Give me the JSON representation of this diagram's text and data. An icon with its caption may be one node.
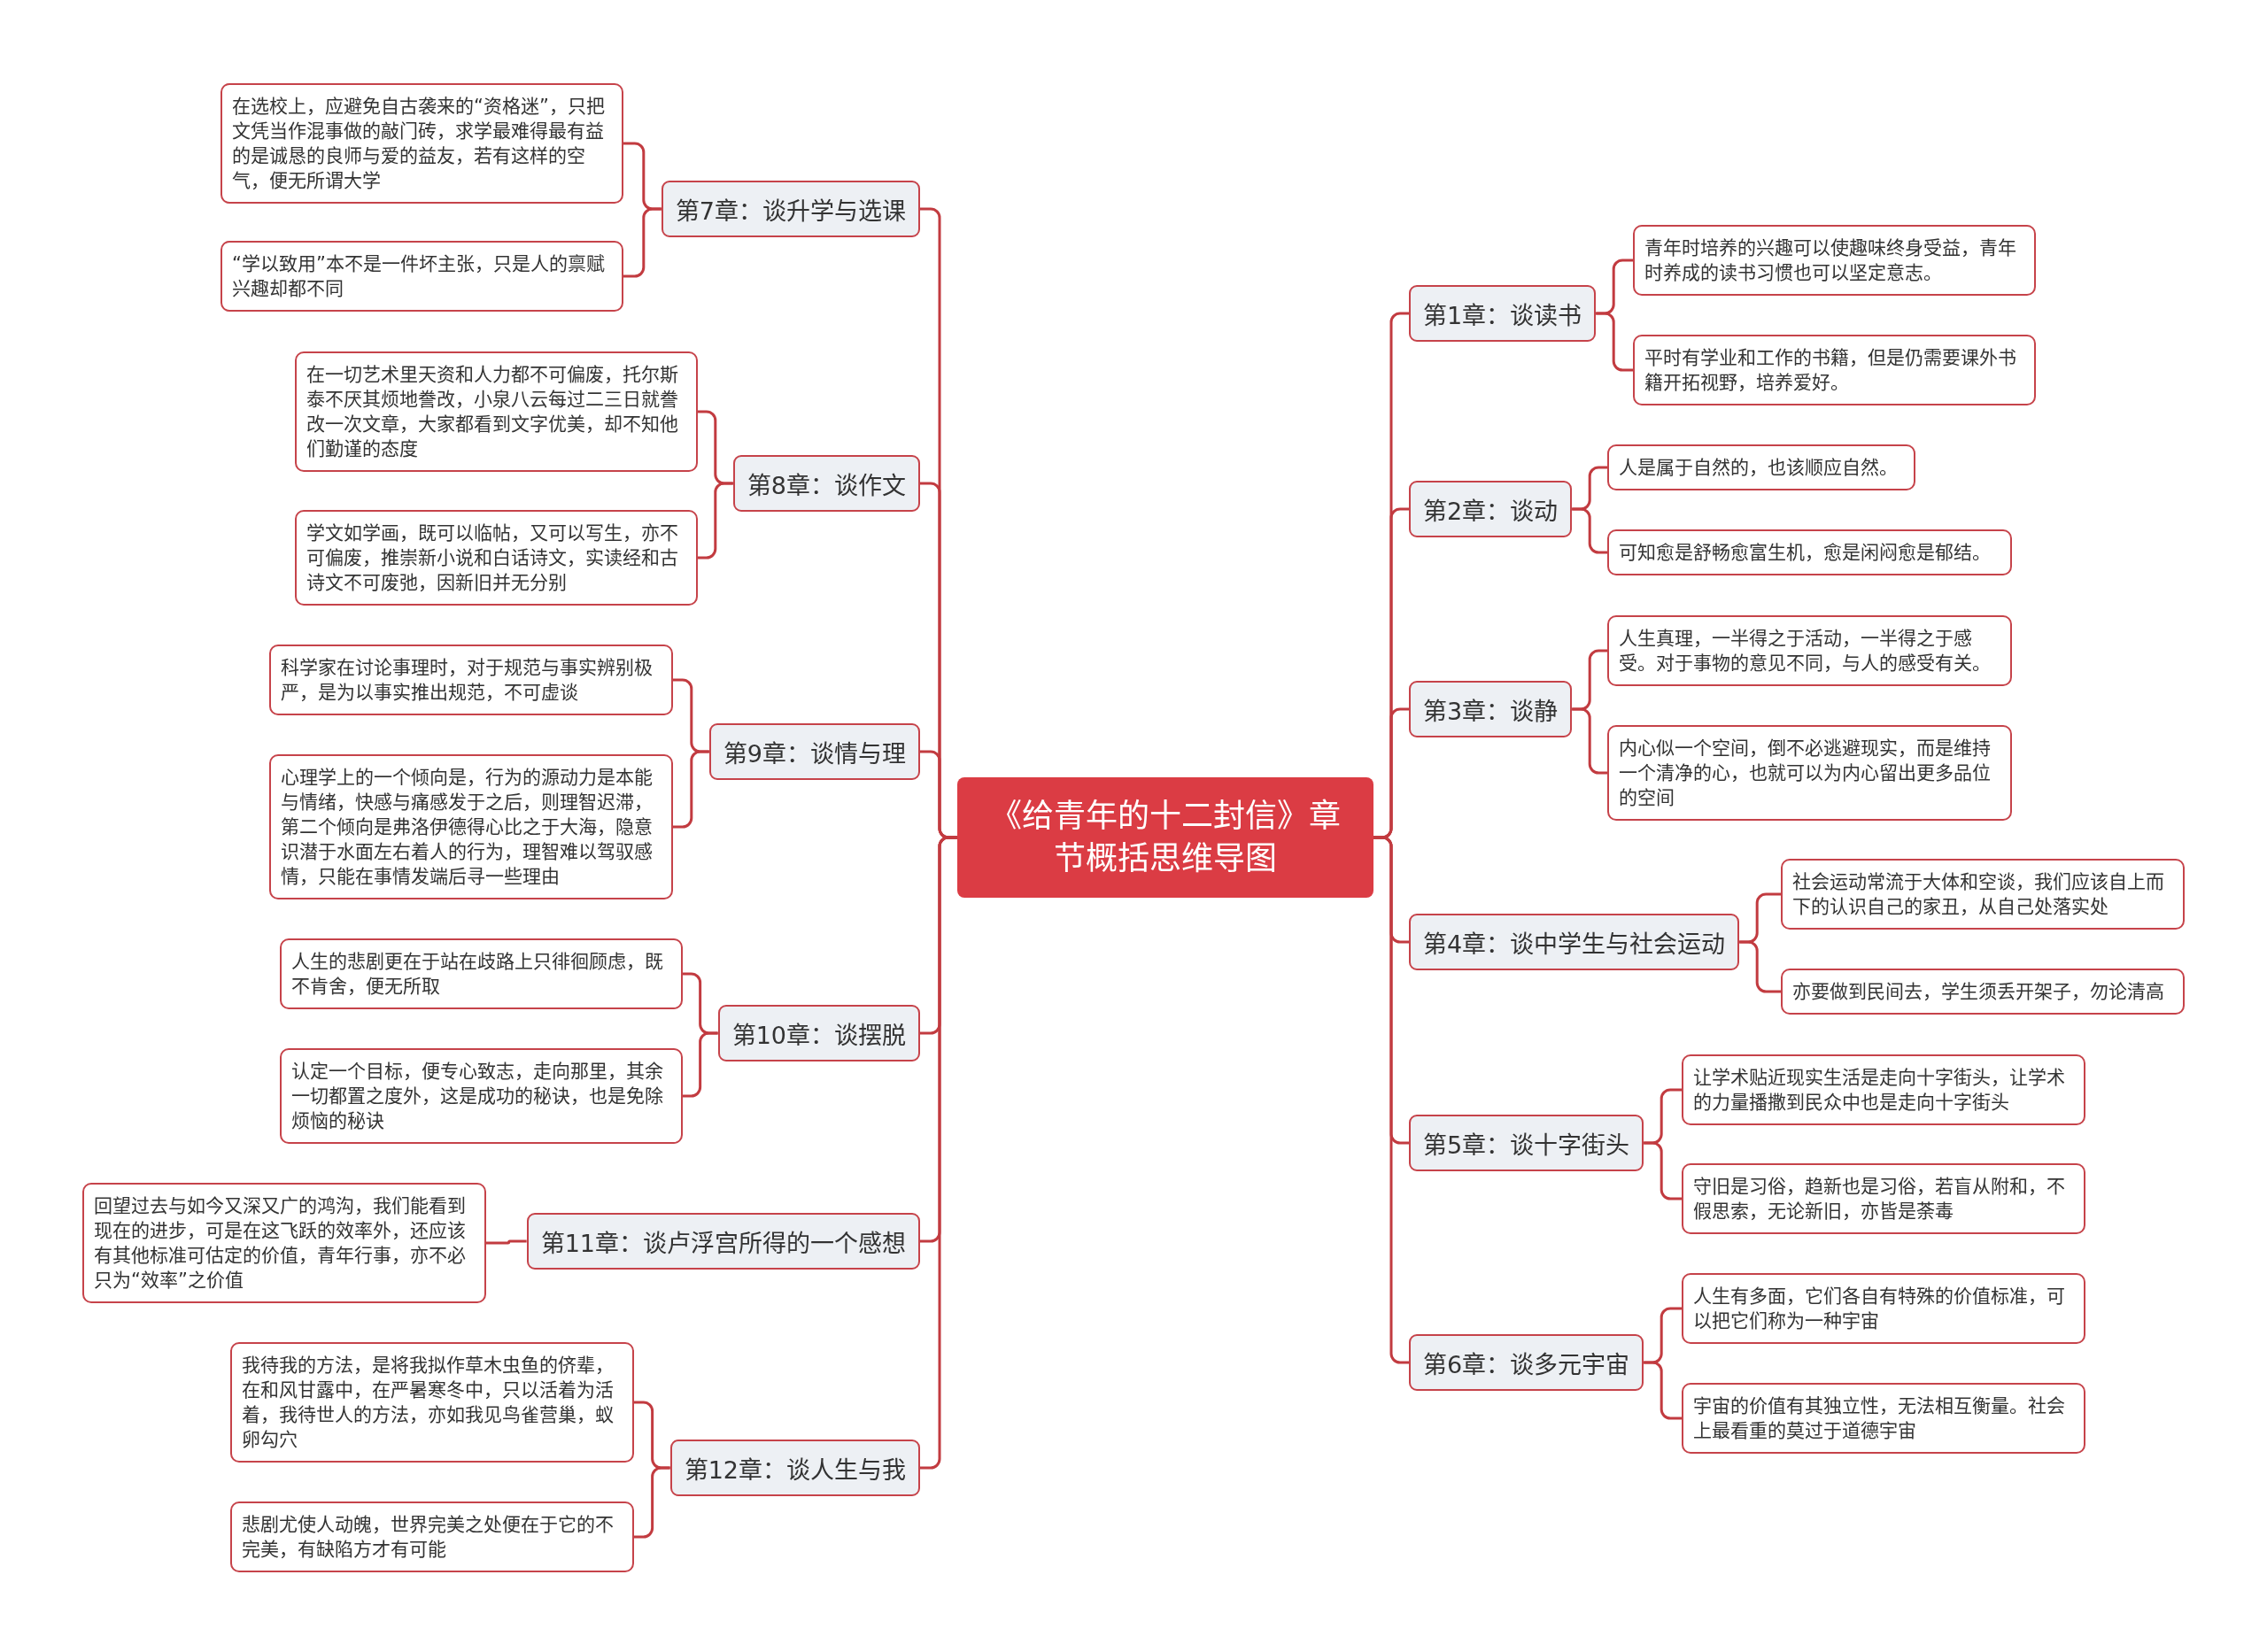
{
  "diagram": {
    "nodes": [
      {
        "text": [
          "《给青年的十二封信》章节概括思维导图"
        ]
      },
      {
        "text": [
          "第1章：谈读书"
        ]
      },
      {
        "text": [
          "青年时培养的兴趣可以使趣味终身受益，青年时养成的读书习惯也可以坚定意志。"
        ]
      },
      {
        "text": [
          "平时有学业和工作的书籍，但是仍需要课外书籍开拓视野，培养爱好。"
        ]
      },
      {
        "text": [
          "第2章：谈动"
        ]
      },
      {
        "text": [
          "人是属于自然的，也该顺应自然。"
        ]
      },
      {
        "text": [
          "可知愈是舒畅愈富生机，愈是闲闷愈是郁结。"
        ]
      },
      {
        "text": [
          "第3章：谈静"
        ]
      },
      {
        "text": [
          "人生真理，一半得之于活动，一半得之于感受。对于事物的意见不同，与人的感受有关。"
        ]
      },
      {
        "text": [
          "内心似一个空间，倒不必逃避现实，而是维持一个清净的心，也就可以为内心留出更多品位的空间"
        ]
      },
      {
        "text": [
          "第4章：谈中学生与社会运动"
        ]
      },
      {
        "text": [
          "社会运动常流于大体和空谈，我们应该自上而下的认识自己的家丑，从自己处落实处"
        ]
      },
      {
        "text": [
          "亦要做到民间去，学生须丢开架子，勿论清高"
        ]
      },
      {
        "text": [
          "第5章：谈十字街头"
        ]
      },
      {
        "text": [
          "让学术贴近现实生活是走向十字街头，让学术的力量播撒到民众中也是走向十字街头"
        ]
      },
      {
        "text": [
          "守旧是习俗，趋新也是习俗，若盲从附和，不假思索，无论新旧，亦皆是荼毒"
        ]
      },
      {
        "text": [
          "第6章：谈多元宇宙"
        ]
      },
      {
        "text": [
          "人生有多面，它们各自有特殊的价值标准，可以把它们称为一种宇宙"
        ]
      },
      {
        "text": [
          "宇宙的价值有其独立性，无法相互衡量。社会上最看重的莫过于道德宇宙"
        ]
      },
      {
        "text": [
          "第7章：谈升学与选课"
        ]
      },
      {
        "text": [
          "在选校上，应避免自古袭来的“资格迷”，只把文凭当作混事做的敲门砖，求学最难得最有益的是诚恳的良师与爱的益友，若有这样的空气，便无所谓大学"
        ]
      },
      {
        "text": [
          "“学以致用”本不是一件坏主张，只是人的禀赋兴趣却都不同"
        ]
      },
      {
        "text": [
          "第8章：谈作文"
        ]
      },
      {
        "text": [
          "在一切艺术里天资和人力都不可偏废，托尔斯泰不厌其烦地誊改，小泉八云每过二三日就誊改一次文章，大家都看到文字优美，却不知他们勤谨的态度"
        ]
      },
      {
        "text": [
          "学文如学画，既可以临帖，又可以写生，亦不可偏废，推崇新小说和白话诗文，实读经和古诗文不可废弛，因新旧并无分别"
        ]
      },
      {
        "text": [
          "第9章：谈情与理"
        ]
      },
      {
        "text": [
          "科学家在讨论事理时，对于规范与事实辨别极严，是为以事实推出规范，不可虚谈"
        ]
      },
      {
        "text": [
          "心理学上的一个倾向是，行为的源动力是本能与情绪，快感与痛感发于之后，则理智迟滞，第二个倾向是弗洛伊德得心比之于大海，隐意识潜于水面左右着人的行为，理智难以驾驭感情，只能在事情发端后寻一些理由"
        ]
      },
      {
        "text": [
          "第10章：谈摆脱"
        ]
      },
      {
        "text": [
          "人生的悲剧更在于站在歧路上只徘徊顾虑，既不肯舍，便无所取"
        ]
      },
      {
        "text": [
          "认定一个目标，便专心致志，走向那里，其余一切都置之度外，这是成功的秘诀，也是免除烦恼的秘诀"
        ]
      },
      {
        "text": [
          "第11章：谈卢浮宫所得的一个感想"
        ]
      },
      {
        "text": [
          "回望过去与如今又深又广的鸿沟，我们能看到现在的进步，可是在这飞跃的效率外，还应该有其他标准可估定的价值，青年行事，亦不必只为“效率”之价值"
        ]
      },
      {
        "text": [
          "第12章：谈人生与我"
        ]
      },
      {
        "text": [
          "我待我的方法，是将我拟作草木虫鱼的侪辈，在和风甘露中，在严暑寒冬中，只以活着为活着，我待世人的方法，亦如我见鸟雀营巢，蚁卵勾穴"
        ]
      },
      {
        "text": [
          "悲剧尤使人动魄，世界完美之处便在于它的不完美，有缺陷方才有可能"
        ]
      }
    ],
    "edges": [
      {
        "from": 0,
        "to": 1,
        "arrow": "none"
      },
      {
        "from": 0,
        "to": 4,
        "arrow": "none"
      },
      {
        "from": 0,
        "to": 7,
        "arrow": "none"
      },
      {
        "from": 0,
        "to": 10,
        "arrow": "none"
      },
      {
        "from": 0,
        "to": 13,
        "arrow": "none"
      },
      {
        "from": 0,
        "to": 16,
        "arrow": "none"
      },
      {
        "from": 0,
        "to": 19,
        "arrow": "none"
      },
      {
        "from": 0,
        "to": 22,
        "arrow": "none"
      },
      {
        "from": 0,
        "to": 25,
        "arrow": "none"
      },
      {
        "from": 0,
        "to": 28,
        "arrow": "none"
      },
      {
        "from": 0,
        "to": 31,
        "arrow": "none"
      },
      {
        "from": 0,
        "to": 33,
        "arrow": "none"
      },
      {
        "from": 1,
        "to": 2,
        "arrow": "none"
      },
      {
        "from": 1,
        "to": 3,
        "arrow": "none"
      },
      {
        "from": 4,
        "to": 5,
        "arrow": "none"
      },
      {
        "from": 4,
        "to": 6,
        "arrow": "none"
      },
      {
        "from": 7,
        "to": 8,
        "arrow": "none"
      },
      {
        "from": 7,
        "to": 9,
        "arrow": "none"
      },
      {
        "from": 10,
        "to": 11,
        "arrow": "none"
      },
      {
        "from": 10,
        "to": 12,
        "arrow": "none"
      },
      {
        "from": 13,
        "to": 14,
        "arrow": "none"
      },
      {
        "from": 13,
        "to": 15,
        "arrow": "none"
      },
      {
        "from": 16,
        "to": 17,
        "arrow": "none"
      },
      {
        "from": 16,
        "to": 18,
        "arrow": "none"
      },
      {
        "from": 19,
        "to": 20,
        "arrow": "none"
      },
      {
        "from": 19,
        "to": 21,
        "arrow": "none"
      },
      {
        "from": 22,
        "to": 23,
        "arrow": "none"
      },
      {
        "from": 22,
        "to": 24,
        "arrow": "none"
      },
      {
        "from": 25,
        "to": 26,
        "arrow": "none"
      },
      {
        "from": 25,
        "to": 27,
        "arrow": "none"
      },
      {
        "from": 28,
        "to": 29,
        "arrow": "none"
      },
      {
        "from": 28,
        "to": 30,
        "arrow": "none"
      },
      {
        "from": 31,
        "to": 32,
        "arrow": "none"
      },
      {
        "from": 33,
        "to": 34,
        "arrow": "none"
      },
      {
        "from": 33,
        "to": 35,
        "arrow": "none"
      }
    ]
  }
}
